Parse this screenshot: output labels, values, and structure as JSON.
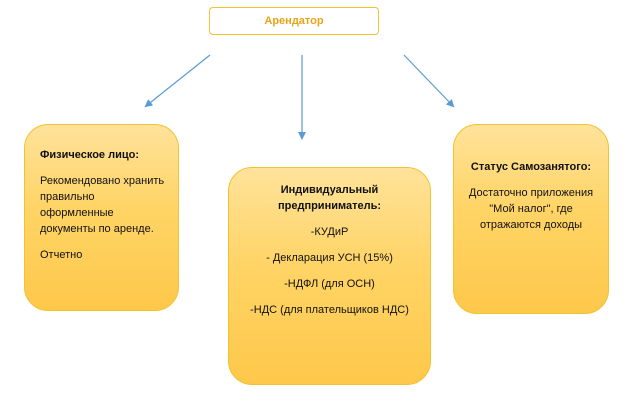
{
  "diagram": {
    "top": {
      "label": "Арендатор"
    },
    "left": {
      "title": "Физическое лицо:",
      "paragraphs": [
        "Рекомендовано хранить правильно оформленные документы по аренде.",
        "Отчетно"
      ]
    },
    "middle": {
      "title": "Индивидуальный предприниматель:",
      "items": [
        "-КУДиР",
        "- Декларация УСН (15%)",
        "-НДФЛ (для ОСН)",
        "-НДС (для плательщиков НДС)"
      ]
    },
    "right": {
      "title": "Статус Самозанятого:",
      "text": "Достаточно приложения \"Мой налог\", где отражаются доходы"
    }
  },
  "colors": {
    "box_border": "#f1c232",
    "box_fill_top": "#ffe39b",
    "box_fill_bottom": "#fec84a",
    "top_label": "#e6a515",
    "arrow": "#5b9bd5"
  }
}
